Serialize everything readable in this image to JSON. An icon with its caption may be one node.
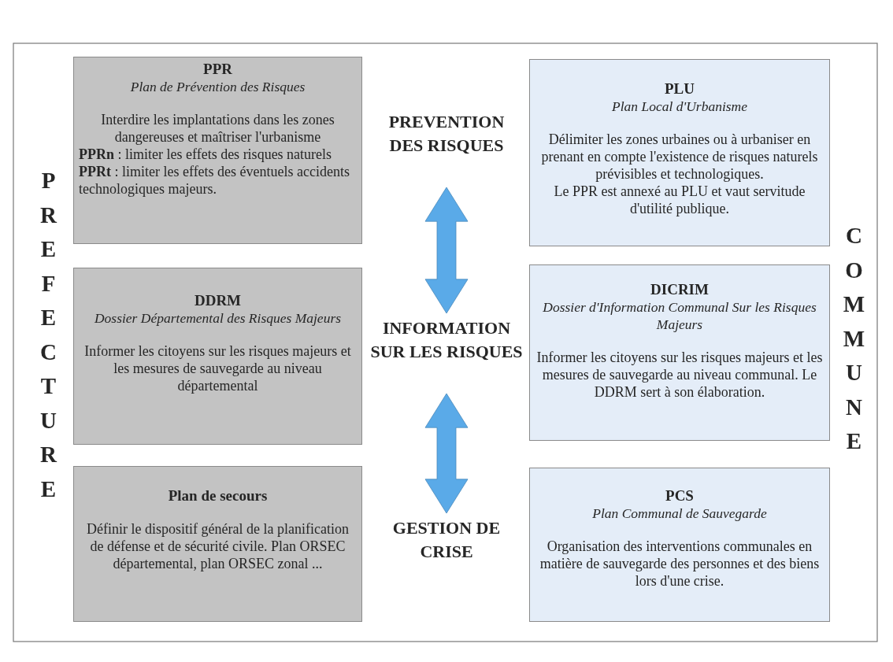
{
  "diagram": {
    "nodes": [
      {
        "text": [
          "PPR",
          "Plan de Prévention des Risques",
          "Interdire les implantations dans les zones dangereuses et maîtriser l'urbanisme",
          "**PPRn** : limiter les effets des risques naturels",
          "**PPRt** : limiter les effets des éventuels accidents technologiques majeurs."
        ]
      },
      {
        "text": [
          "PREVENTION DES RISQUES"
        ]
      },
      {
        "text": [
          "PLU",
          "Plan Local d'Urbanisme",
          "Délimiter les zones urbaines ou à urbaniser en prenant en compte l'existence de risques naturels prévisibles et technologiques.",
          "Le PPR est annexé au PLU et vaut servitude d'utilité publique."
        ]
      },
      {
        "text": [
          "DDRM",
          "Dossier Départemental des Risques Majeurs",
          "Informer les citoyens sur les risques majeurs et les mesures de sauvegarde au niveau départemental"
        ]
      },
      {
        "text": [
          "INFORMATION SUR LES RISQUES"
        ]
      },
      {
        "text": [
          "DICRIM",
          "Dossier d'Information Communal Sur les Risques Majeurs",
          "Informer les citoyens sur les risques majeurs et les mesures de sauvegarde au niveau communal. Le DDRM sert à son élaboration."
        ]
      },
      {
        "text": [
          "Plan de secours",
          "Définir le dispositif général de la planification de défense et de sécurité civile. Plan ORSEC départemental, plan ORSEC zonal ..."
        ]
      },
      {
        "text": [
          "GESTION DE CRISE"
        ]
      },
      {
        "text": [
          "PCS",
          "Plan Communal de Sauvegarde",
          "Organisation des interventions communales en matière de sauvegarde des personnes et des biens lors d'une crise."
        ]
      }
    ],
    "edges": [
      {
        "from": 1,
        "to": 4,
        "arrow": "both",
        "style": "thick",
        "color": "#5aaae8"
      },
      {
        "from": 4,
        "to": 7,
        "arrow": "both",
        "style": "thick",
        "color": "#5aaae8"
      }
    ],
    "labels": [
      "PREFECTURE",
      "COMMUNE"
    ]
  }
}
